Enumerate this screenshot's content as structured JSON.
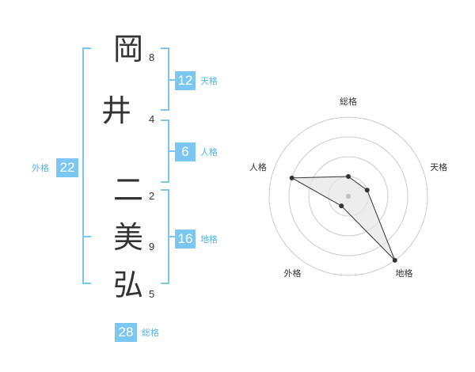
{
  "colors": {
    "accent": "#7cc7f1",
    "bracket": "#7cc7f1",
    "label_text": "#55b4e6",
    "ink": "#333333",
    "radar_ring": "#cccccc",
    "radar_fill": "#e6e6e6",
    "radar_line": "#333333",
    "radar_center": "#bbbbbb"
  },
  "name": {
    "characters": [
      {
        "char": "岡",
        "strokes": "8"
      },
      {
        "char": "井",
        "strokes": "4"
      },
      {
        "char": "二",
        "strokes": "2"
      },
      {
        "char": "美",
        "strokes": "9"
      },
      {
        "char": "弘",
        "strokes": "5"
      }
    ]
  },
  "kaku": {
    "tenkaku": {
      "label": "天格",
      "value": "12"
    },
    "jinkaku": {
      "label": "人格",
      "value": "6"
    },
    "chikaku": {
      "label": "地格",
      "value": "16"
    },
    "gaikaku": {
      "label": "外格",
      "value": "22"
    },
    "soukaku": {
      "label": "総格",
      "value": "28"
    }
  },
  "chart_data": {
    "type": "radar",
    "axes": [
      "総格",
      "天格",
      "地格",
      "外格",
      "人格"
    ],
    "values": [
      1.0,
      1.0,
      4.0,
      0.6,
      3.0
    ],
    "range": [
      0,
      4
    ],
    "rings": 4,
    "grid": true
  }
}
